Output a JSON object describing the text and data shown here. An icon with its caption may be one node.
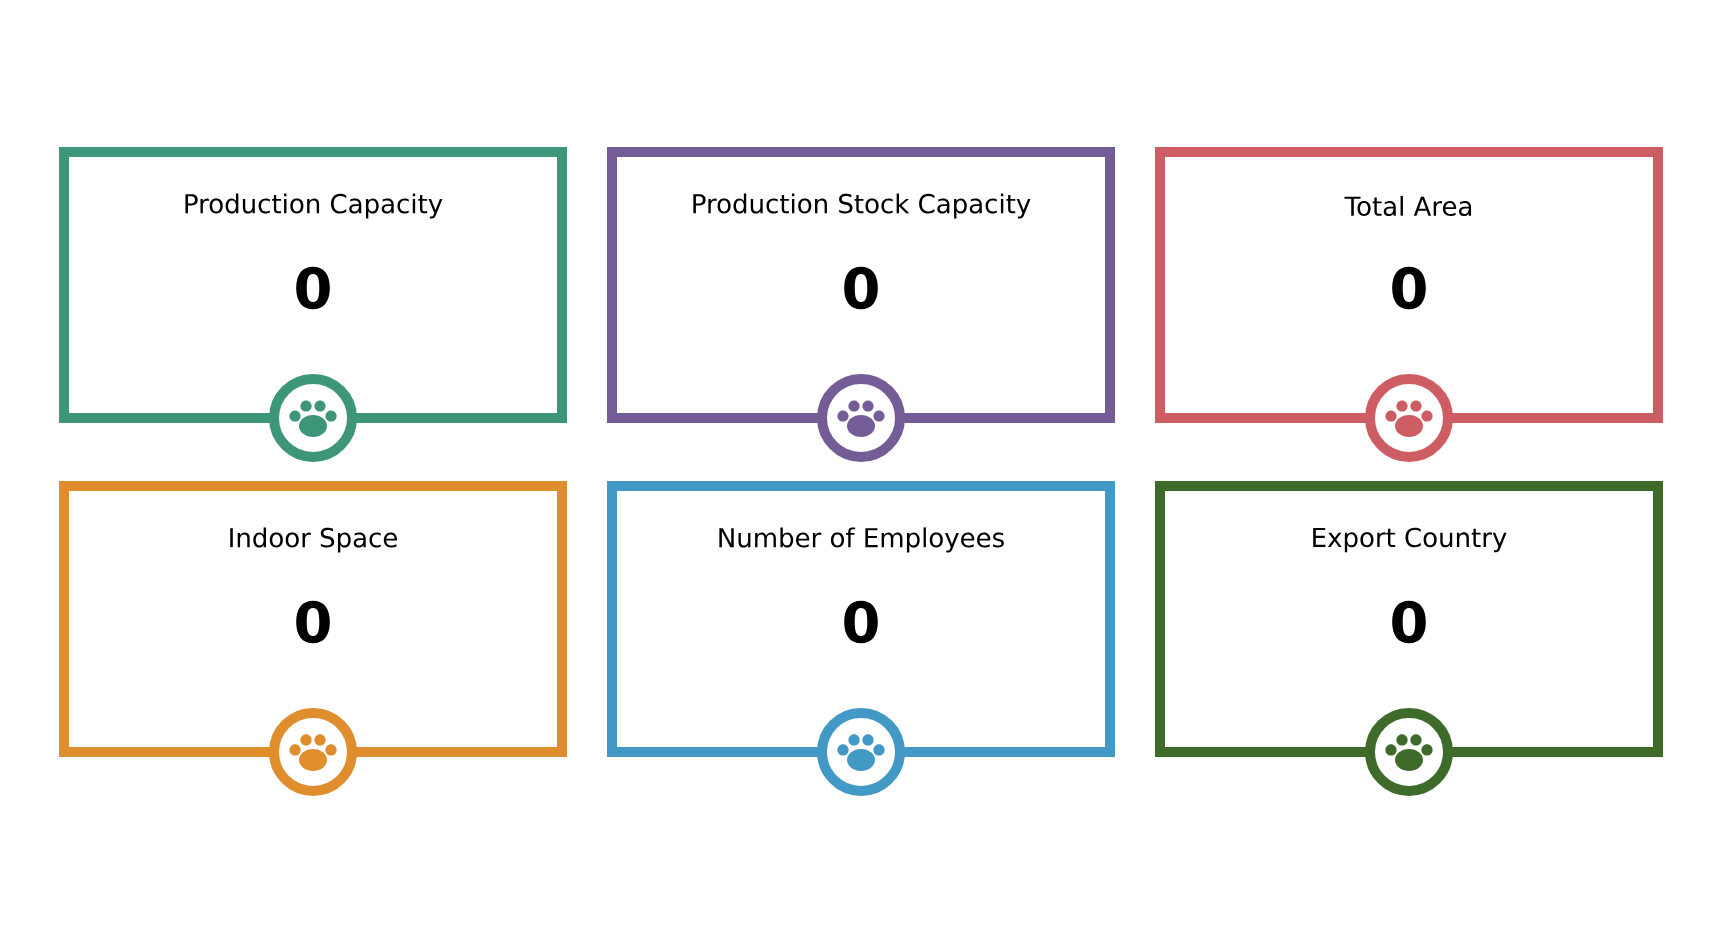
{
  "diagram": {
    "nodes": [
      {
        "text": [
          "Production Capacity",
          "0"
        ]
      },
      {
        "text": [
          "Production Stock Capacity",
          "0"
        ]
      },
      {
        "text": [
          "Total Area",
          "0"
        ]
      },
      {
        "text": [
          "Indoor Space",
          "0"
        ]
      },
      {
        "text": [
          "Number of Employees",
          "0"
        ]
      },
      {
        "text": [
          "Export Country",
          "0"
        ]
      }
    ]
  }
}
